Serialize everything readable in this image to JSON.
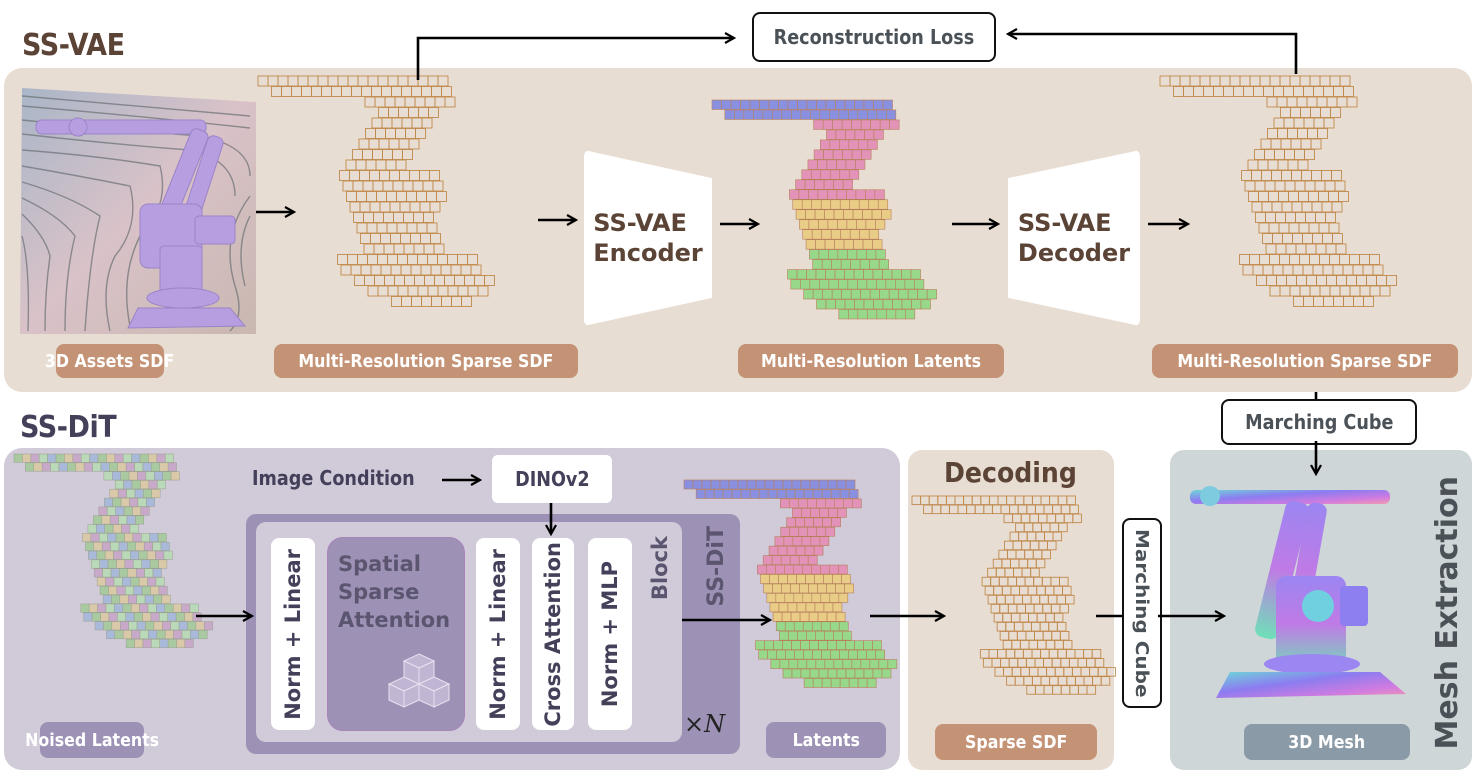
{
  "ss_vae": {
    "title": "SS-VAE",
    "reconstruction_loss": "Reconstruction Loss",
    "encoder_label": "SS-VAE\nEncoder",
    "encoder_line1": "SS-VAE",
    "encoder_line2": "Encoder",
    "decoder_line1": "SS-VAE",
    "decoder_line2": "Decoder",
    "tags": {
      "assets_sdf": "3D Assets SDF",
      "sparse_sdf_in": "Multi-Resolution Sparse SDF",
      "latents": "Multi-Resolution Latents",
      "sparse_sdf_out": "Multi-Resolution Sparse SDF"
    }
  },
  "ss_dit": {
    "title": "SS-DiT",
    "image_condition": "Image Condition",
    "dinov2": "DINOv2",
    "block_label": "Block",
    "module_label": "SS-DiT",
    "repeat_label": "×N",
    "layers": {
      "norm_linear_1": "Norm + Linear",
      "spatial_sparse_attention": [
        "Spatial",
        "Sparse",
        "Attention"
      ],
      "norm_linear_2": "Norm + Linear",
      "cross_attention": "Cross Attention",
      "norm_mlp": "Norm + MLP"
    },
    "tags": {
      "noised_latents": "Noised Latents",
      "latents": "Latents"
    }
  },
  "decoding": {
    "title": "Decoding",
    "tag": "Sparse SDF"
  },
  "marching_cube_top": "Marching Cube",
  "marching_cube_side": "Marching Cube",
  "mesh_extraction": {
    "title": "Mesh Extraction",
    "tag": "3D Mesh"
  },
  "colors": {
    "vae_panel": "#e8ddd2",
    "dit_panel": "#d0cad9",
    "mesh_panel": "#cfd6d8",
    "vae_title": "#5b4336",
    "dit_title": "#44405a",
    "tag_brown": "#c49275",
    "tag_purple": "#9d92b5",
    "tag_slate": "#8a9aa6"
  }
}
